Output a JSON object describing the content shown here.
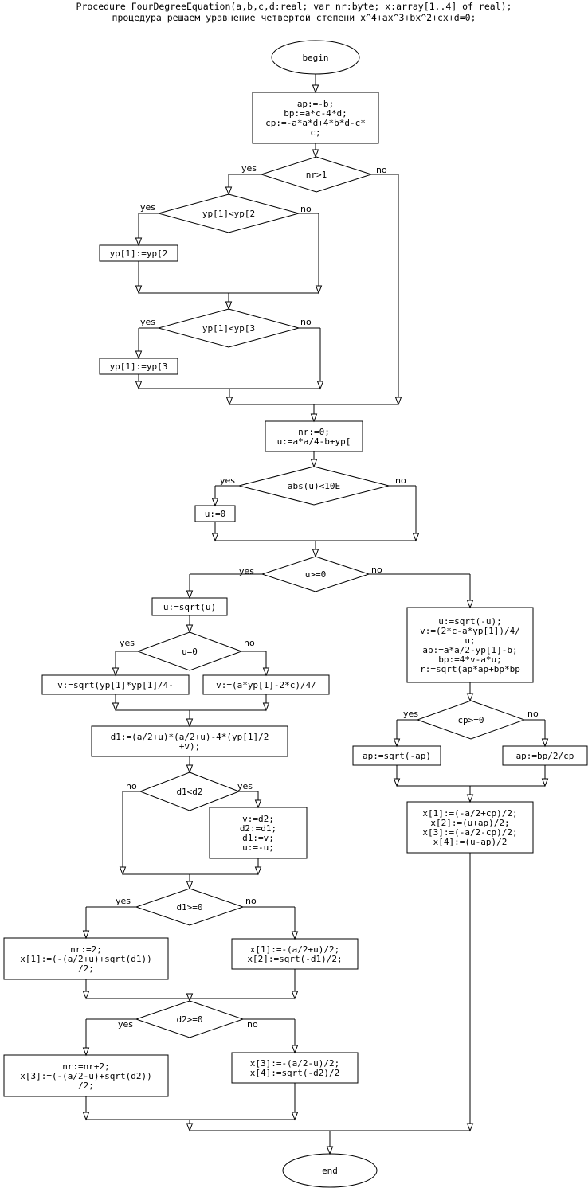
{
  "header": {
    "line1": "Procedure FourDegreeEquation(a,b,c,d:real; var nr:byte; x:array[1..4] of real);",
    "line2": "процедура решаем уравнение четвертой степени x^4+ax^3+bx^2+cx+d=0;"
  },
  "labels": {
    "yes": "yes",
    "no": "no"
  },
  "nodes": {
    "begin": [
      "begin"
    ],
    "init": [
      "ap:=-b;",
      "bp:=a*c-4*d;",
      "cp:=-a*a*d+4*b*d-c*",
      "c;"
    ],
    "d_nr": [
      "nr>1"
    ],
    "d_yp12": [
      "yp[1]<yp[2"
    ],
    "yp12": [
      "yp[1]:=yp[2"
    ],
    "d_yp13": [
      "yp[1]<yp[3"
    ],
    "yp13": [
      "yp[1]:=yp[3"
    ],
    "nru": [
      "nr:=0;",
      "u:=a*a/4-b+yp["
    ],
    "d_abs": [
      "abs(u)<10E"
    ],
    "u0": [
      "u:=0"
    ],
    "d_u": [
      "u>=0"
    ],
    "usqrt": [
      "u:=sqrt(u)"
    ],
    "rbox": [
      "u:=sqrt(-u);",
      "v:=(2*c-a*yp[1])/4/",
      "u;",
      "ap:=a*a/2-yp[1]-b;",
      "bp:=4*v-a*u;",
      "r:=sqrt(ap*ap+bp*bp"
    ],
    "d_u0": [
      "u=0"
    ],
    "v1": [
      "v:=sqrt(yp[1]*yp[1]/4-"
    ],
    "v2": [
      "v:=(a*yp[1]-2*c)/4/"
    ],
    "d_cp": [
      "cp>=0"
    ],
    "ap1": [
      "ap:=sqrt(-ap)"
    ],
    "ap2": [
      "ap:=bp/2/cp"
    ],
    "d1": [
      "d1:=(a/2+u)*(a/2+u)-4*(yp[1]/2",
      "+v);"
    ],
    "xr": [
      "x[1]:=(-a/2+cp)/2;",
      "x[2]:=(u+ap)/2;",
      "x[3]:=(-a/2-cp)/2;",
      "x[4]:=(u-ap)/2"
    ],
    "d_d1d2": [
      "d1<d2"
    ],
    "swap": [
      "v:=d2;",
      "d2:=d1;",
      "d1:=v;",
      "u:=-u;"
    ],
    "d_d1": [
      "d1>=0"
    ],
    "nr2": [
      "nr:=2;",
      "x[1]:=(-(a/2+u)+sqrt(d1))",
      "/2;"
    ],
    "x12": [
      "x[1]:=-(a/2+u)/2;",
      "x[2]:=sqrt(-d1)/2;"
    ],
    "d_d2": [
      "d2>=0"
    ],
    "nr22": [
      "nr:=nr+2;",
      "x[3]:=(-(a/2-u)+sqrt(d2))",
      "/2;"
    ],
    "x34": [
      "x[3]:=-(a/2-u)/2;",
      "x[4]:=sqrt(-d2)/2"
    ],
    "end": [
      "end"
    ]
  }
}
